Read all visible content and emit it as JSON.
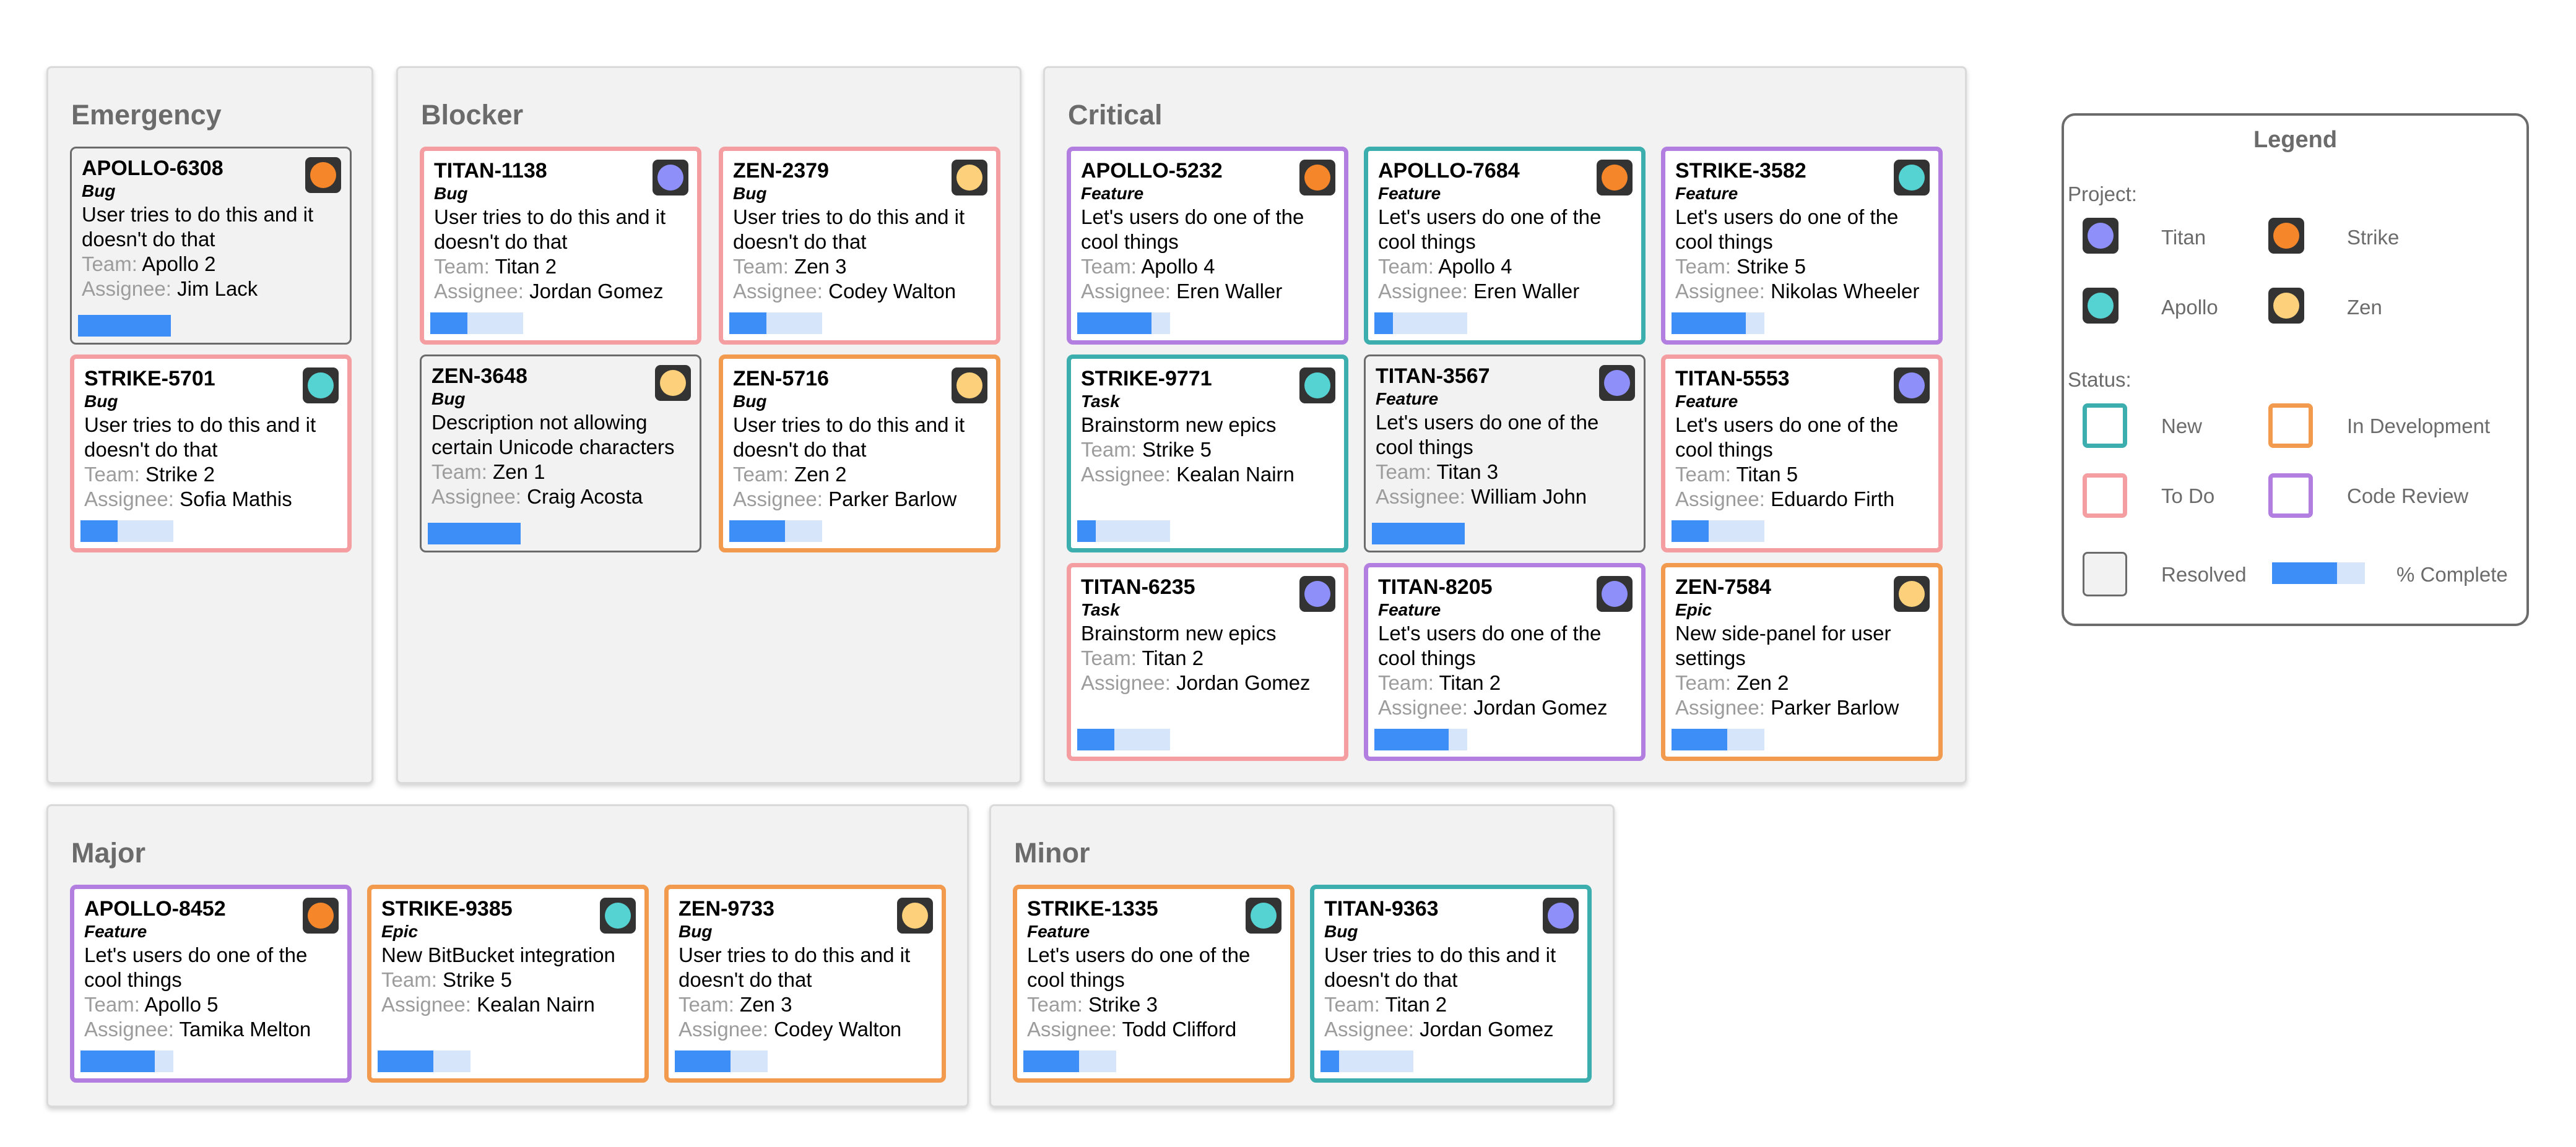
{
  "colors": {
    "project": {
      "titan": "#8e8ff8",
      "strike": "#f5862a",
      "apollo": "#55d2d2",
      "zen": "#fdd17b"
    },
    "status": {
      "new": "#3caead",
      "in_development": "#f29a4e",
      "to_do": "#f59ea1",
      "code_review": "#b27fe0",
      "resolved": "#6b6b6b"
    },
    "progress_fill": "#3e8ef7",
    "progress_track": "#d6e5fa"
  },
  "labels": {
    "team": "Team:",
    "assignee": "Assignee:"
  },
  "columns": [
    {
      "title": "Emergency",
      "cards": [
        {
          "id": "APOLLO-6308",
          "type": "Bug",
          "desc": "User tries to do this and it doesn't do that",
          "team": "Apollo 2",
          "assignee": "Jim Lack",
          "project": "strike",
          "status": "resolved",
          "progress": 1.0
        },
        {
          "id": "STRIKE-5701",
          "type": "Bug",
          "desc": "User tries to do this and it doesn't do that",
          "team": "Strike 2",
          "assignee": "Sofia Mathis",
          "project": "apollo",
          "status": "to_do",
          "progress": 0.4
        }
      ]
    },
    {
      "title": "Blocker",
      "cards": [
        {
          "id": "TITAN-1138",
          "type": "Bug",
          "desc": "User tries to do this and it doesn't do that",
          "team": "Titan 2",
          "assignee": "Jordan Gomez",
          "project": "titan",
          "status": "to_do",
          "progress": 0.4
        },
        {
          "id": "ZEN-2379",
          "type": "Bug",
          "desc": "User tries to do this and it doesn't do that",
          "team": "Zen 3",
          "assignee": "Codey Walton",
          "project": "zen",
          "status": "to_do",
          "progress": 0.4
        },
        {
          "id": "ZEN-3648",
          "type": "Bug",
          "desc": "Description not allowing certain Unicode characters",
          "team": "Zen 1",
          "assignee": "Craig Acosta",
          "project": "zen",
          "status": "resolved",
          "progress": 1.0
        },
        {
          "id": "ZEN-5716",
          "type": "Bug",
          "desc": "User tries to do this and it doesn't do that",
          "team": "Zen 2",
          "assignee": "Parker Barlow",
          "project": "zen",
          "status": "in_development",
          "progress": 0.6
        }
      ]
    },
    {
      "title": "Critical",
      "cards": [
        {
          "id": "APOLLO-5232",
          "type": "Feature",
          "desc": "Let's users do one of the cool things",
          "team": "Apollo 4",
          "assignee": "Eren Waller",
          "project": "strike",
          "status": "code_review",
          "progress": 0.8
        },
        {
          "id": "APOLLO-7684",
          "type": "Feature",
          "desc": "Let's users do one of the cool things",
          "team": "Apollo 4",
          "assignee": "Eren Waller",
          "project": "strike",
          "status": "new",
          "progress": 0.2
        },
        {
          "id": "STRIKE-3582",
          "type": "Feature",
          "desc": "Let's users do one of the cool things",
          "team": "Strike 5",
          "assignee": "Nikolas Wheeler",
          "project": "apollo",
          "status": "code_review",
          "progress": 0.8
        },
        {
          "id": "STRIKE-9771",
          "type": "Task",
          "desc": "Brainstorm new epics",
          "team": "Strike 5",
          "assignee": "Kealan Nairn",
          "project": "apollo",
          "status": "new",
          "progress": 0.2
        },
        {
          "id": "TITAN-3567",
          "type": "Feature",
          "desc": "Let's users do one of the cool things",
          "team": "Titan 3",
          "assignee": "William John",
          "project": "titan",
          "status": "resolved",
          "progress": 1.0
        },
        {
          "id": "TITAN-5553",
          "type": "Feature",
          "desc": "Let's users do one of the cool things",
          "team": "Titan 5",
          "assignee": "Eduardo Firth",
          "project": "titan",
          "status": "to_do",
          "progress": 0.4
        },
        {
          "id": "TITAN-6235",
          "type": "Task",
          "desc": "Brainstorm new epics",
          "team": "Titan 2",
          "assignee": "Jordan Gomez",
          "project": "titan",
          "status": "to_do",
          "progress": 0.4
        },
        {
          "id": "TITAN-8205",
          "type": "Feature",
          "desc": "Let's users do one of the cool things",
          "team": "Titan 2",
          "assignee": "Jordan Gomez",
          "project": "titan",
          "status": "code_review",
          "progress": 0.8
        },
        {
          "id": "ZEN-7584",
          "type": "Epic",
          "desc": "New side-panel for user settings",
          "team": "Zen 2",
          "assignee": "Parker Barlow",
          "project": "zen",
          "status": "in_development",
          "progress": 0.6
        }
      ]
    },
    {
      "title": "Major",
      "cards": [
        {
          "id": "APOLLO-8452",
          "type": "Feature",
          "desc": "Let's users do one of the cool things",
          "team": "Apollo 5",
          "assignee": "Tamika Melton",
          "project": "strike",
          "status": "code_review",
          "progress": 0.8
        },
        {
          "id": "STRIKE-9385",
          "type": "Epic",
          "desc": "New BitBucket integration",
          "team": "Strike 5",
          "assignee": "Kealan Nairn",
          "project": "apollo",
          "status": "in_development",
          "progress": 0.6
        },
        {
          "id": "ZEN-9733",
          "type": "Bug",
          "desc": "User tries to do this and it doesn't do that",
          "team": "Zen 3",
          "assignee": "Codey Walton",
          "project": "zen",
          "status": "in_development",
          "progress": 0.6
        }
      ]
    },
    {
      "title": "Minor",
      "cards": [
        {
          "id": "STRIKE-1335",
          "type": "Feature",
          "desc": "Let's users do one of the cool things",
          "team": "Strike 3",
          "assignee": "Todd Clifford",
          "project": "apollo",
          "status": "in_development",
          "progress": 0.6
        },
        {
          "id": "TITAN-9363",
          "type": "Bug",
          "desc": "User tries to do this and it doesn't do that",
          "team": "Titan 2",
          "assignee": "Jordan Gomez",
          "project": "titan",
          "status": "new",
          "progress": 0.2
        }
      ]
    }
  ],
  "legend": {
    "title": "Legend",
    "project_heading": "Project:",
    "projects": [
      {
        "key": "titan",
        "label": "Titan"
      },
      {
        "key": "strike",
        "label": "Strike"
      },
      {
        "key": "apollo",
        "label": "Apollo"
      },
      {
        "key": "zen",
        "label": "Zen"
      }
    ],
    "status_heading": "Status:",
    "statuses": [
      {
        "key": "new",
        "label": "New"
      },
      {
        "key": "in_development",
        "label": "In Development"
      },
      {
        "key": "to_do",
        "label": "To Do"
      },
      {
        "key": "code_review",
        "label": "Code Review"
      },
      {
        "key": "resolved",
        "label": "Resolved"
      }
    ],
    "progress_label": "% Complete",
    "progress_sample": 0.7
  }
}
